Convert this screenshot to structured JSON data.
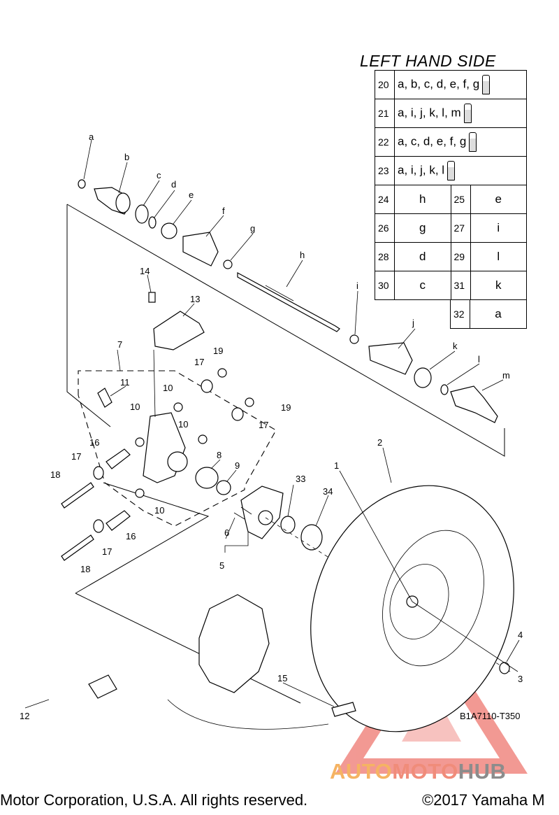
{
  "table": {
    "title": "LEFT HAND SIDE",
    "kits": [
      {
        "no": "20",
        "parts": "a, b, c, d, e, f, g"
      },
      {
        "no": "21",
        "parts": "a, i, j, k, l, m"
      },
      {
        "no": "22",
        "parts": "a, c, d, e, f, g"
      },
      {
        "no": "23",
        "parts": "a, i, j, k, l"
      }
    ],
    "pairs": [
      {
        "no": "24",
        "part": "h"
      },
      {
        "no": "25",
        "part": "e"
      },
      {
        "no": "26",
        "part": "g"
      },
      {
        "no": "27",
        "part": "i"
      },
      {
        "no": "28",
        "part": "d"
      },
      {
        "no": "29",
        "part": "l"
      },
      {
        "no": "30",
        "part": "c"
      },
      {
        "no": "31",
        "part": "k"
      },
      {
        "no": "32",
        "part": "a"
      }
    ],
    "grease_icon": "grease-tube-icon"
  },
  "callouts": {
    "a": "a",
    "b": "b",
    "c": "c",
    "d": "d",
    "e": "e",
    "f": "f",
    "g": "g",
    "h": "h",
    "i": "i",
    "j": "j",
    "k": "k",
    "l": "l",
    "m": "m",
    "n1": "1",
    "n2": "2",
    "n3": "3",
    "n4": "4",
    "n5": "5",
    "n6": "6",
    "n7": "7",
    "n8": "8",
    "n9": "9",
    "n10": "10",
    "n11": "11",
    "n12": "12",
    "n13": "13",
    "n14": "14",
    "n15": "15",
    "n16": "16",
    "n17": "17",
    "n18": "18",
    "n19": "19",
    "n33": "33",
    "n34": "34"
  },
  "diagram_code": "B1A7110-T350",
  "watermark": {
    "part1": "AUTO",
    "part2": "MOTO",
    "part3": "HUB",
    "colors": [
      "#f5b363",
      "#f08c7a",
      "#8c8c8c"
    ]
  },
  "footer": {
    "left": "Motor Corporation, U.S.A. All rights reserved.",
    "right": "©2017 Yamaha M"
  }
}
